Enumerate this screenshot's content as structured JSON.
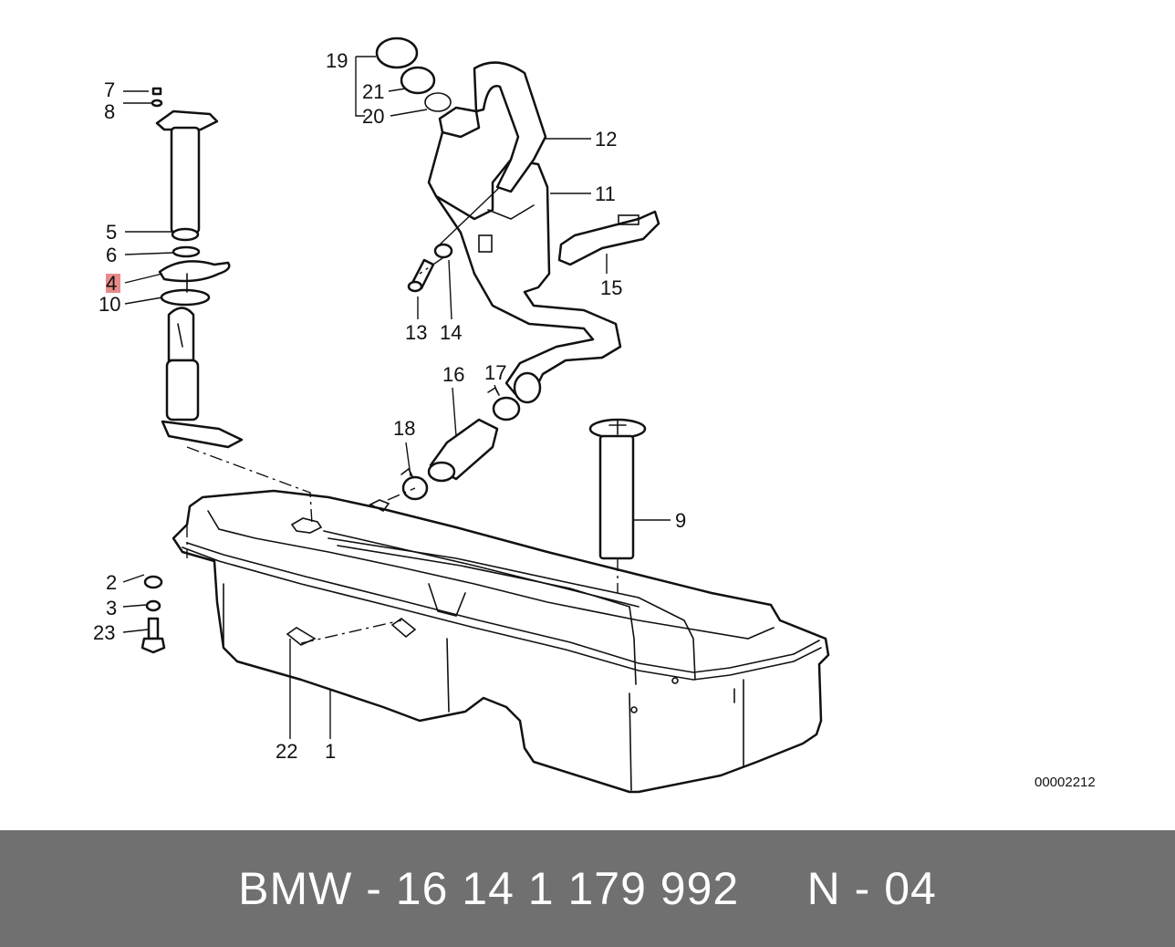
{
  "diagram": {
    "labels": {
      "p1": "1",
      "p2": "2",
      "p3": "3",
      "p4": "4",
      "p5": "5",
      "p6": "6",
      "p7": "7",
      "p8": "8",
      "p9": "9",
      "p10": "10",
      "p11": "11",
      "p12": "12",
      "p13": "13",
      "p14": "14",
      "p15": "15",
      "p16": "16",
      "p17": "17",
      "p18": "18",
      "p19": "19",
      "p20": "20",
      "p21": "21",
      "p22": "22",
      "p23": "23"
    },
    "highlighted_part": "4",
    "highlight_color": "#e88a8a",
    "drawing_code": "00002212"
  },
  "footer": {
    "text": "BMW - 16 14 1 179 992     N - 04",
    "background": "#707070",
    "text_color": "#ffffff"
  }
}
